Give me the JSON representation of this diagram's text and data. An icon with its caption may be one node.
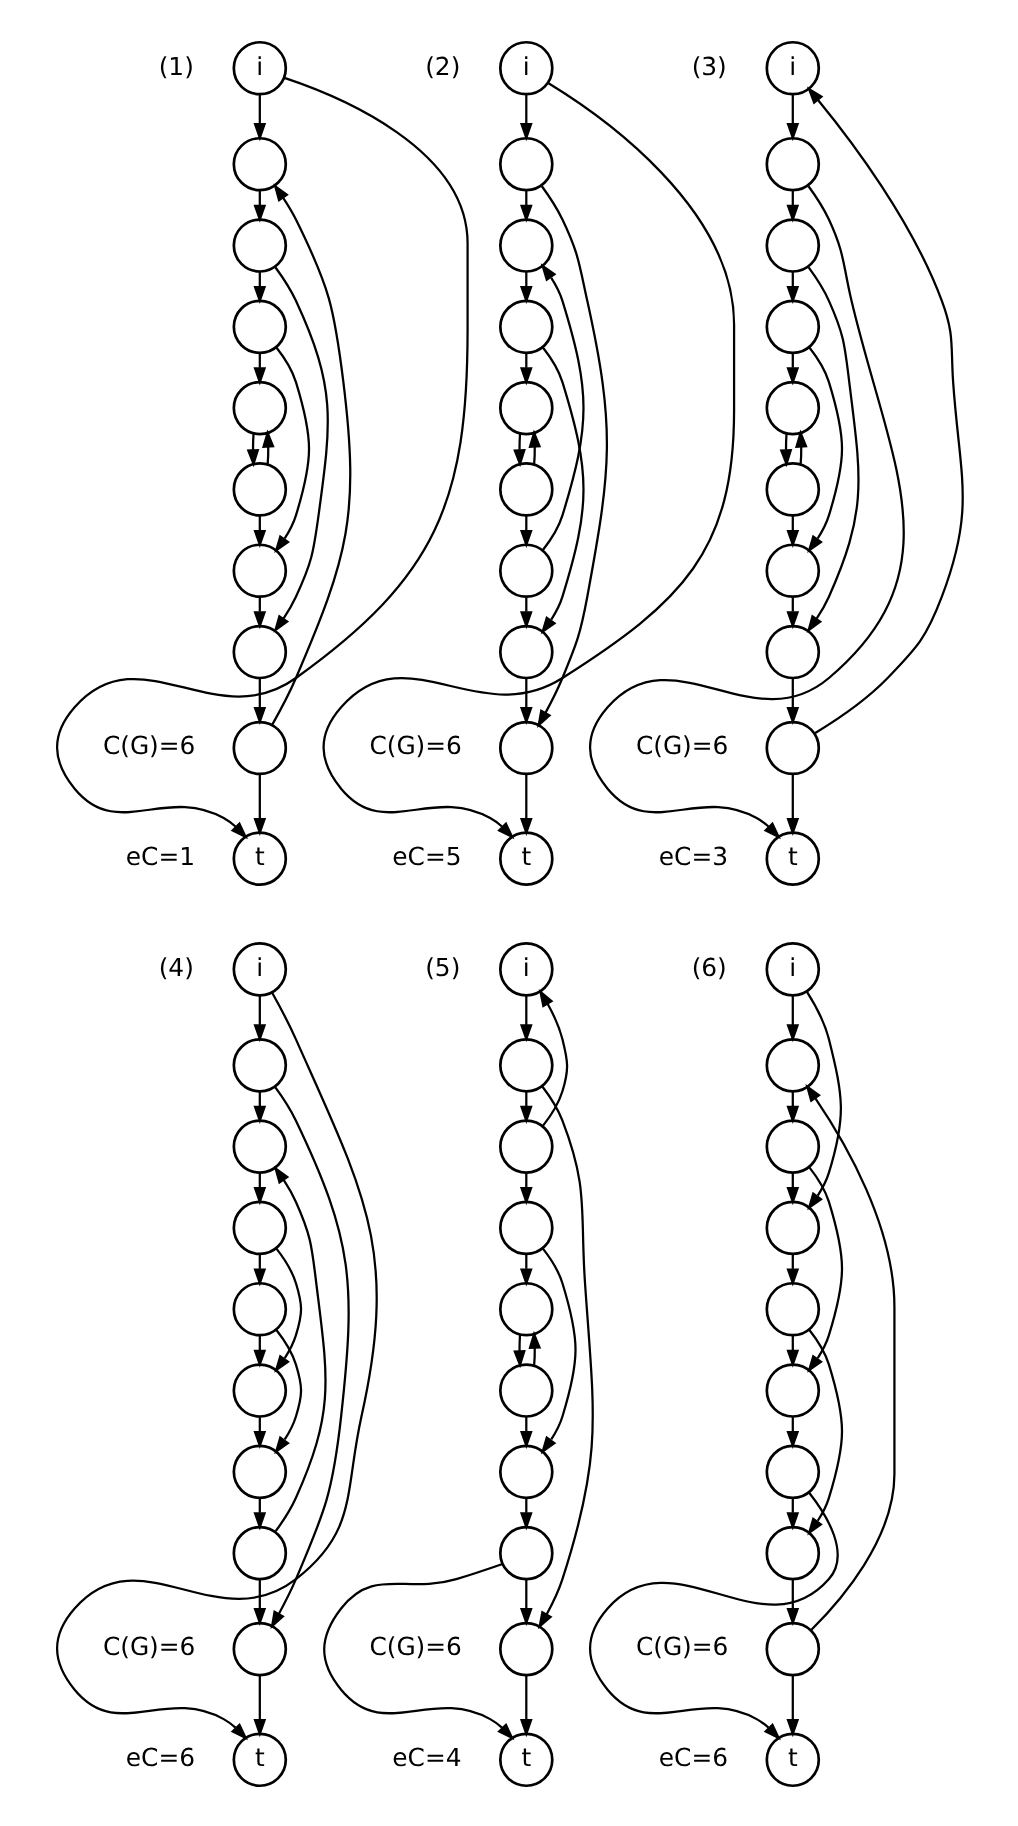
{
  "diagram": {
    "nodes": [
      {
        "text": [
          "i"
        ]
      },
      {
        "text": [],
        "shape": "circle"
      },
      {
        "text": [],
        "shape": "circle"
      },
      {
        "text": [],
        "shape": "circle"
      },
      {
        "text": [],
        "shape": "circle"
      },
      {
        "text": [],
        "shape": "circle"
      },
      {
        "text": [],
        "shape": "circle"
      },
      {
        "text": [],
        "shape": "circle"
      },
      {
        "text": [],
        "shape": "circle"
      },
      {
        "text": [
          "t"
        ]
      },
      {
        "text": [
          "i"
        ]
      },
      {
        "text": [],
        "shape": "circle"
      },
      {
        "text": [],
        "shape": "circle"
      },
      {
        "text": [],
        "shape": "circle"
      },
      {
        "text": [],
        "shape": "circle"
      },
      {
        "text": [],
        "shape": "circle"
      },
      {
        "text": [],
        "shape": "circle"
      },
      {
        "text": [],
        "shape": "circle"
      },
      {
        "text": [],
        "shape": "circle"
      },
      {
        "text": [
          "t"
        ]
      },
      {
        "text": [
          "i"
        ]
      },
      {
        "text": [],
        "shape": "circle"
      },
      {
        "text": [],
        "shape": "circle"
      },
      {
        "text": [],
        "shape": "circle"
      },
      {
        "text": [],
        "shape": "circle"
      },
      {
        "text": [],
        "shape": "circle"
      },
      {
        "text": [],
        "shape": "circle"
      },
      {
        "text": [],
        "shape": "circle"
      },
      {
        "text": [],
        "shape": "circle"
      },
      {
        "text": [
          "t"
        ]
      },
      {
        "text": [
          "i"
        ]
      },
      {
        "text": [],
        "shape": "circle"
      },
      {
        "text": [],
        "shape": "circle"
      },
      {
        "text": [],
        "shape": "circle"
      },
      {
        "text": [],
        "shape": "circle"
      },
      {
        "text": [],
        "shape": "circle"
      },
      {
        "text": [],
        "shape": "circle"
      },
      {
        "text": [],
        "shape": "circle"
      },
      {
        "text": [],
        "shape": "circle"
      },
      {
        "text": [
          "t"
        ]
      },
      {
        "text": [
          "i"
        ]
      },
      {
        "text": [],
        "shape": "circle"
      },
      {
        "text": [],
        "shape": "circle"
      },
      {
        "text": [],
        "shape": "circle"
      },
      {
        "text": [],
        "shape": "circle"
      },
      {
        "text": [],
        "shape": "circle"
      },
      {
        "text": [],
        "shape": "circle"
      },
      {
        "text": [],
        "shape": "circle"
      },
      {
        "text": [],
        "shape": "circle"
      },
      {
        "text": [
          "t"
        ]
      },
      {
        "text": [
          "i"
        ]
      },
      {
        "text": [],
        "shape": "circle"
      },
      {
        "text": [],
        "shape": "circle"
      },
      {
        "text": [],
        "shape": "circle"
      },
      {
        "text": [],
        "shape": "circle"
      },
      {
        "text": [],
        "shape": "circle"
      },
      {
        "text": [],
        "shape": "circle"
      },
      {
        "text": [],
        "shape": "circle"
      },
      {
        "text": [],
        "shape": "circle"
      },
      {
        "text": [
          "t"
        ]
      }
    ],
    "edges": [
      {
        "from": 0,
        "to": 1,
        "arrow": "to"
      },
      {
        "from": 1,
        "to": 2,
        "arrow": "to"
      },
      {
        "from": 2,
        "to": 3,
        "arrow": "to"
      },
      {
        "from": 3,
        "to": 4,
        "arrow": "to"
      },
      {
        "from": 4,
        "to": 5,
        "arrow": "to"
      },
      {
        "from": 5,
        "to": 6,
        "arrow": "to"
      },
      {
        "from": 6,
        "to": 7,
        "arrow": "to"
      },
      {
        "from": 7,
        "to": 8,
        "arrow": "to"
      },
      {
        "from": 8,
        "to": 9,
        "arrow": "to"
      },
      {
        "from": 0,
        "to": 9,
        "arrow": "to"
      },
      {
        "from": 8,
        "to": 1,
        "arrow": "to"
      },
      {
        "from": 2,
        "to": 7,
        "arrow": "to"
      },
      {
        "from": 3,
        "to": 6,
        "arrow": "to"
      },
      {
        "from": 5,
        "to": 4,
        "arrow": "to"
      },
      {
        "from": 10,
        "to": 11,
        "arrow": "to"
      },
      {
        "from": 11,
        "to": 12,
        "arrow": "to"
      },
      {
        "from": 12,
        "to": 13,
        "arrow": "to"
      },
      {
        "from": 13,
        "to": 14,
        "arrow": "to"
      },
      {
        "from": 14,
        "to": 15,
        "arrow": "to"
      },
      {
        "from": 15,
        "to": 16,
        "arrow": "to"
      },
      {
        "from": 16,
        "to": 17,
        "arrow": "to"
      },
      {
        "from": 17,
        "to": 18,
        "arrow": "to"
      },
      {
        "from": 18,
        "to": 19,
        "arrow": "to"
      },
      {
        "from": 10,
        "to": 19,
        "arrow": "to"
      },
      {
        "from": 11,
        "to": 18,
        "arrow": "to"
      },
      {
        "from": 16,
        "to": 12,
        "arrow": "to"
      },
      {
        "from": 13,
        "to": 17,
        "arrow": "to"
      },
      {
        "from": 15,
        "to": 14,
        "arrow": "to"
      },
      {
        "from": 20,
        "to": 21,
        "arrow": "to"
      },
      {
        "from": 21,
        "to": 22,
        "arrow": "to"
      },
      {
        "from": 22,
        "to": 23,
        "arrow": "to"
      },
      {
        "from": 23,
        "to": 24,
        "arrow": "to"
      },
      {
        "from": 24,
        "to": 25,
        "arrow": "to"
      },
      {
        "from": 25,
        "to": 26,
        "arrow": "to"
      },
      {
        "from": 26,
        "to": 27,
        "arrow": "to"
      },
      {
        "from": 27,
        "to": 28,
        "arrow": "to"
      },
      {
        "from": 28,
        "to": 29,
        "arrow": "to"
      },
      {
        "from": 28,
        "to": 20,
        "arrow": "to"
      },
      {
        "from": 21,
        "to": 29,
        "arrow": "to"
      },
      {
        "from": 22,
        "to": 27,
        "arrow": "to"
      },
      {
        "from": 23,
        "to": 26,
        "arrow": "to"
      },
      {
        "from": 25,
        "to": 24,
        "arrow": "to"
      },
      {
        "from": 30,
        "to": 31,
        "arrow": "to"
      },
      {
        "from": 31,
        "to": 32,
        "arrow": "to"
      },
      {
        "from": 32,
        "to": 33,
        "arrow": "to"
      },
      {
        "from": 33,
        "to": 34,
        "arrow": "to"
      },
      {
        "from": 34,
        "to": 35,
        "arrow": "to"
      },
      {
        "from": 35,
        "to": 36,
        "arrow": "to"
      },
      {
        "from": 36,
        "to": 37,
        "arrow": "to"
      },
      {
        "from": 37,
        "to": 38,
        "arrow": "to"
      },
      {
        "from": 38,
        "to": 39,
        "arrow": "to"
      },
      {
        "from": 30,
        "to": 39,
        "arrow": "to"
      },
      {
        "from": 31,
        "to": 38,
        "arrow": "to"
      },
      {
        "from": 37,
        "to": 32,
        "arrow": "to"
      },
      {
        "from": 33,
        "to": 35,
        "arrow": "to"
      },
      {
        "from": 34,
        "to": 36,
        "arrow": "to"
      },
      {
        "from": 40,
        "to": 41,
        "arrow": "to"
      },
      {
        "from": 41,
        "to": 42,
        "arrow": "to"
      },
      {
        "from": 42,
        "to": 43,
        "arrow": "to"
      },
      {
        "from": 43,
        "to": 44,
        "arrow": "to"
      },
      {
        "from": 44,
        "to": 45,
        "arrow": "to"
      },
      {
        "from": 45,
        "to": 46,
        "arrow": "to"
      },
      {
        "from": 46,
        "to": 47,
        "arrow": "to"
      },
      {
        "from": 47,
        "to": 48,
        "arrow": "to"
      },
      {
        "from": 48,
        "to": 49,
        "arrow": "to"
      },
      {
        "from": 42,
        "to": 40,
        "arrow": "to"
      },
      {
        "from": 41,
        "to": 48,
        "arrow": "to"
      },
      {
        "from": 43,
        "to": 46,
        "arrow": "to"
      },
      {
        "from": 45,
        "to": 44,
        "arrow": "to"
      },
      {
        "from": 47,
        "to": 49,
        "arrow": "to"
      },
      {
        "from": 50,
        "to": 51,
        "arrow": "to"
      },
      {
        "from": 51,
        "to": 52,
        "arrow": "to"
      },
      {
        "from": 52,
        "to": 53,
        "arrow": "to"
      },
      {
        "from": 53,
        "to": 54,
        "arrow": "to"
      },
      {
        "from": 54,
        "to": 55,
        "arrow": "to"
      },
      {
        "from": 55,
        "to": 56,
        "arrow": "to"
      },
      {
        "from": 56,
        "to": 57,
        "arrow": "to"
      },
      {
        "from": 57,
        "to": 58,
        "arrow": "to"
      },
      {
        "from": 58,
        "to": 59,
        "arrow": "to"
      },
      {
        "from": 50,
        "to": 53,
        "arrow": "to"
      },
      {
        "from": 58,
        "to": 51,
        "arrow": "to"
      },
      {
        "from": 52,
        "to": 55,
        "arrow": "to"
      },
      {
        "from": 54,
        "to": 57,
        "arrow": "to"
      },
      {
        "from": 56,
        "to": 59,
        "arrow": "to"
      }
    ],
    "labels": [
      "(1)",
      "(2)",
      "(3)",
      "C(G)=6",
      "C(G)=6",
      "C(G)=6",
      "eC=1",
      "eC=5",
      "eC=3",
      "(4)",
      "(5)",
      "(6)",
      "C(G)=6",
      "C(G)=6",
      "C(G)=6",
      "eC=6",
      "eC=4",
      "eC=6"
    ]
  }
}
